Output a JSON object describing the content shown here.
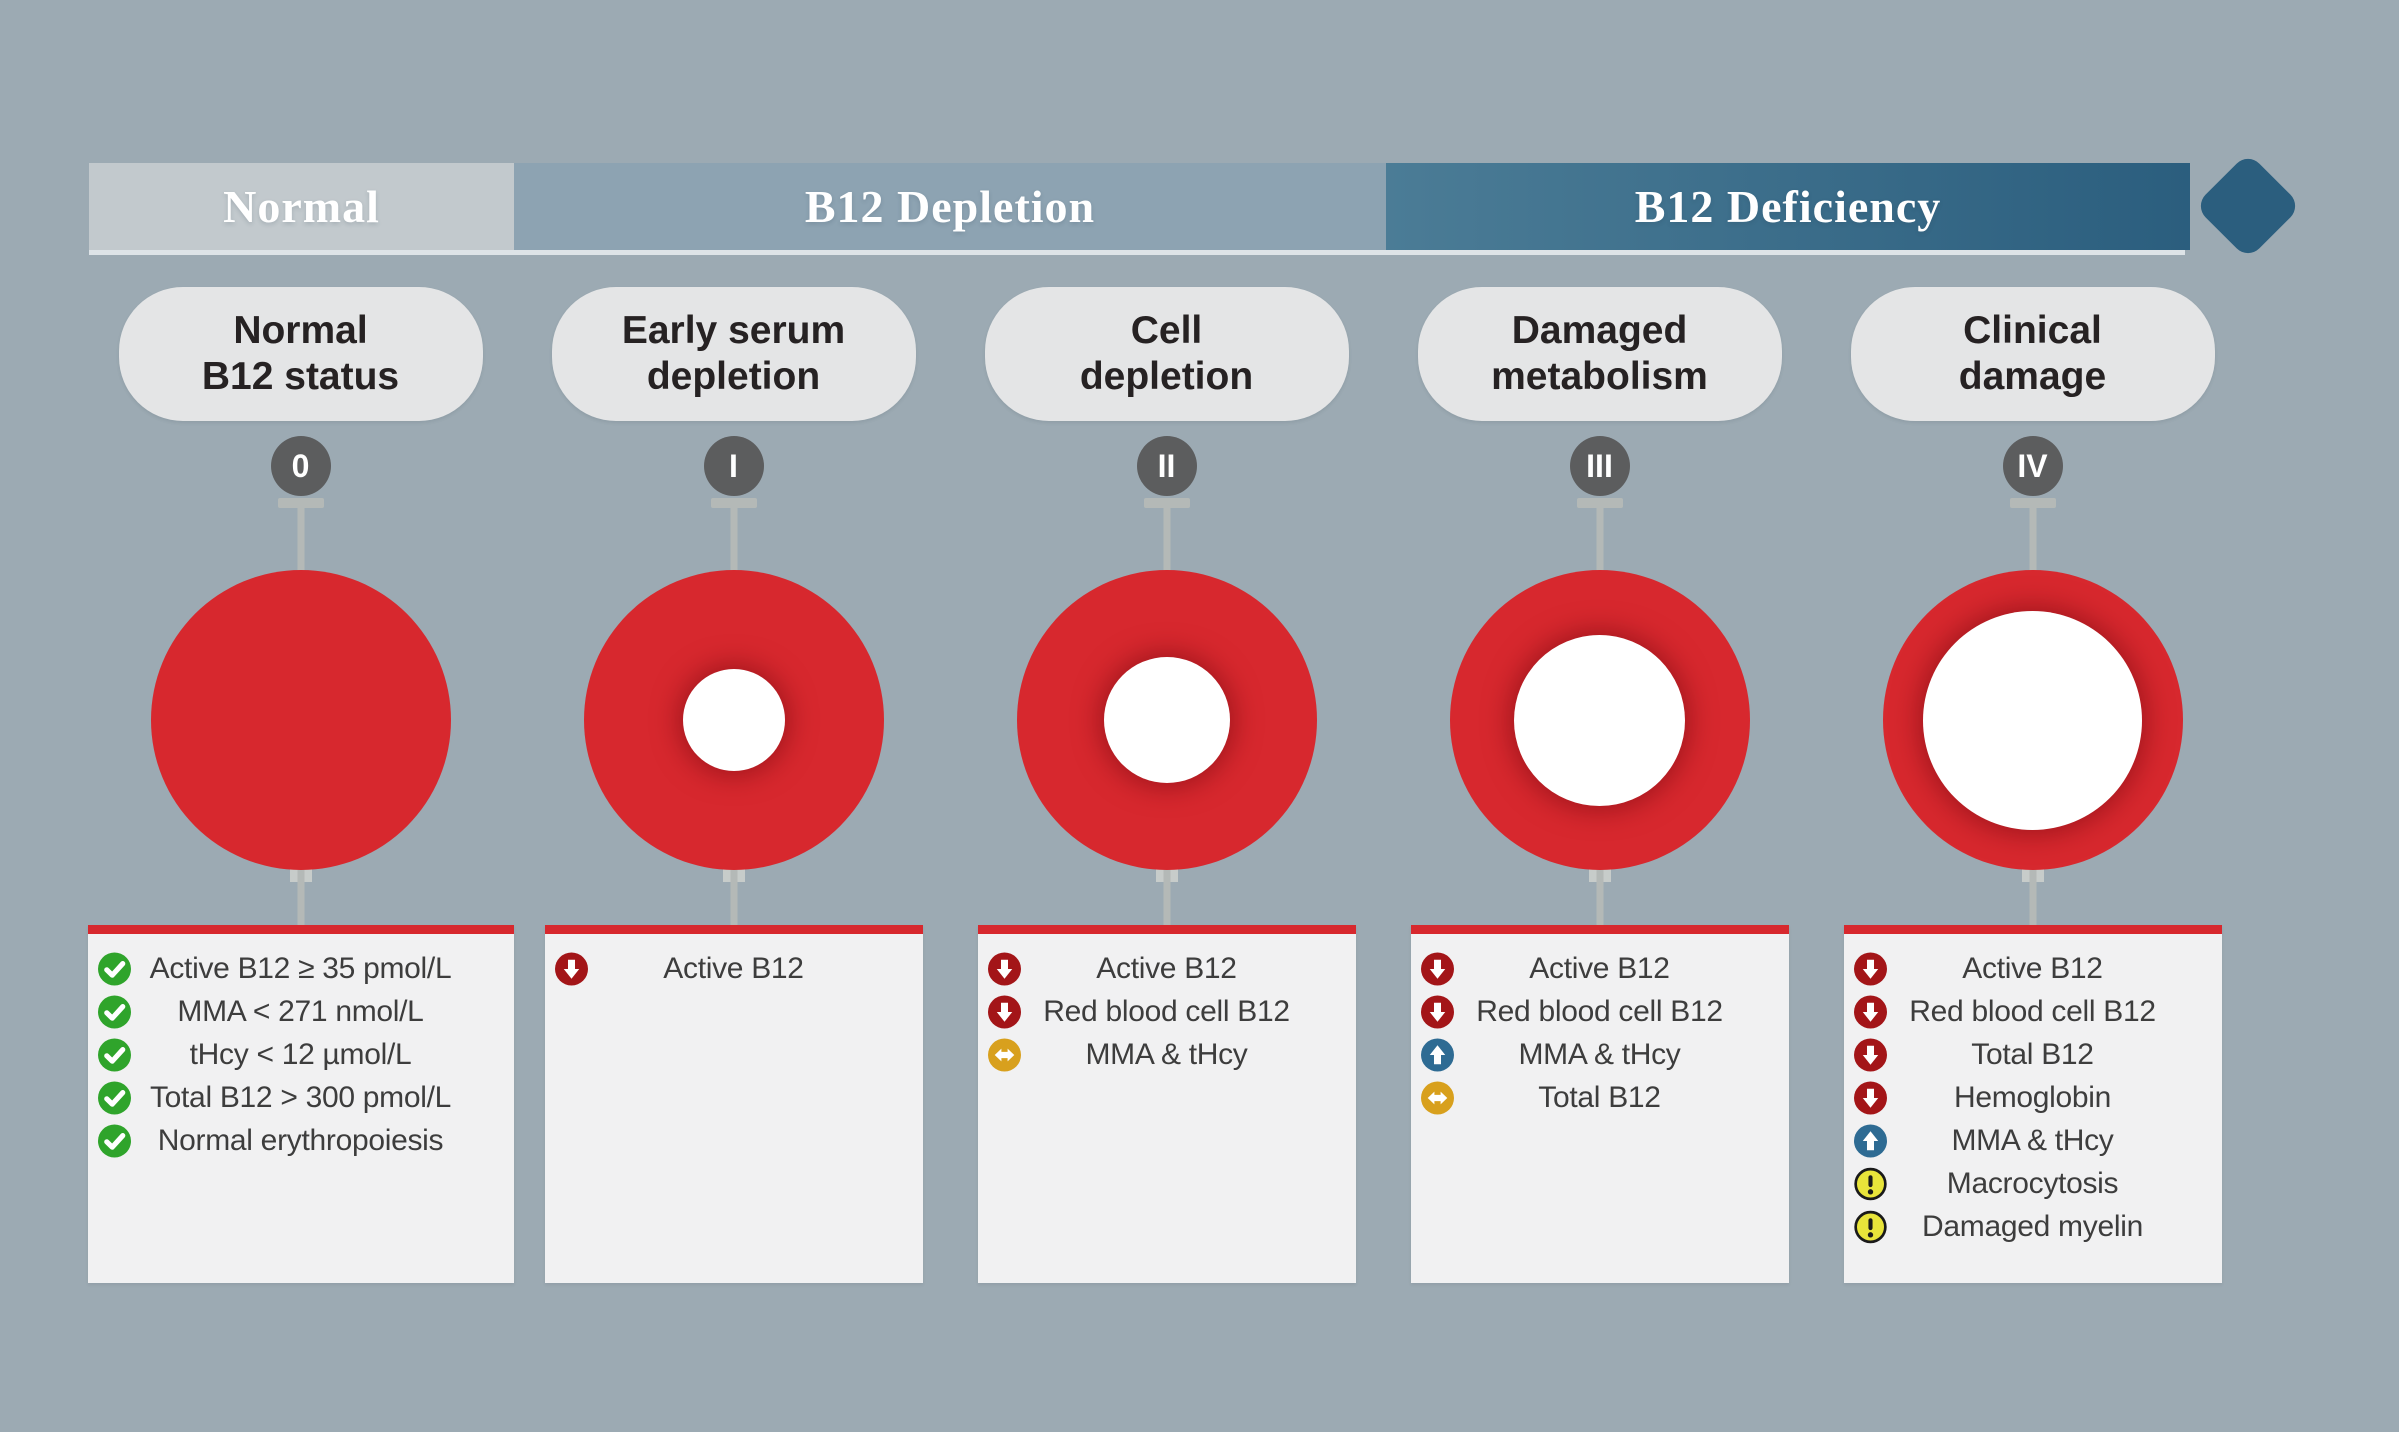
{
  "banner": {
    "segments": [
      {
        "label": "Normal"
      },
      {
        "label": "B12 Depletion"
      },
      {
        "label": "B12 Deficiency"
      }
    ]
  },
  "colors": {
    "background": "#9caab3",
    "banner_normal_bg": "#c2c9cd",
    "banner_depletion_bg": "#8da3b2",
    "banner_deficiency_start": "#4b7c96",
    "banner_deficiency_end": "#2b5e7e",
    "banner_text": "#ffffff",
    "pill_bg": "#e4e5e6",
    "pill_text": "#262223",
    "badge_bg": "#5c5d5e",
    "connector": "#b4b9b7",
    "cell_red": "#d7282e",
    "card_bg": "#f1f1f2",
    "card_text": "#3d3d3d",
    "icon_green": "#2fa42b",
    "icon_dark_red": "#a31518",
    "icon_blue": "#2e6b93",
    "icon_orange": "#d8a01d",
    "icon_yellow": "#e8e43a",
    "icon_black": "#1a1a1a"
  },
  "stages": [
    {
      "numeral": "0",
      "pill_lines": [
        "Normal",
        "B12 status"
      ],
      "depletion_pct": 0,
      "items": [
        {
          "icon": "check-icon",
          "text": "Active B12 ≥ 35 pmol/L"
        },
        {
          "icon": "check-icon",
          "text": "MMA < 271 nmol/L"
        },
        {
          "icon": "check-icon",
          "text": "tHcy < 12 µmol/L"
        },
        {
          "icon": "check-icon",
          "text": "Total B12 > 300 pmol/L"
        },
        {
          "icon": "check-icon",
          "text": "Normal erythropoiesis"
        }
      ]
    },
    {
      "numeral": "I",
      "pill_lines": [
        "Early serum",
        "depletion"
      ],
      "depletion_pct": 34,
      "items": [
        {
          "icon": "down-arrow-icon",
          "text": "Active B12"
        }
      ]
    },
    {
      "numeral": "II",
      "pill_lines": [
        "Cell",
        "depletion"
      ],
      "depletion_pct": 42,
      "items": [
        {
          "icon": "down-arrow-icon",
          "text": "Active B12"
        },
        {
          "icon": "down-arrow-icon",
          "text": "Red blood cell B12"
        },
        {
          "icon": "left-right-arrow-icon",
          "text": "MMA & tHcy"
        }
      ]
    },
    {
      "numeral": "III",
      "pill_lines": [
        "Damaged",
        "metabolism"
      ],
      "depletion_pct": 57,
      "items": [
        {
          "icon": "down-arrow-icon",
          "text": "Active B12"
        },
        {
          "icon": "down-arrow-icon",
          "text": "Red blood cell B12"
        },
        {
          "icon": "up-arrow-icon",
          "text": "MMA & tHcy"
        },
        {
          "icon": "left-right-arrow-icon",
          "text": "Total B12"
        }
      ]
    },
    {
      "numeral": "IV",
      "pill_lines": [
        "Clinical",
        "damage"
      ],
      "depletion_pct": 73,
      "items": [
        {
          "icon": "down-arrow-icon",
          "text": "Active B12"
        },
        {
          "icon": "down-arrow-icon",
          "text": "Red blood cell B12"
        },
        {
          "icon": "down-arrow-icon",
          "text": "Total B12"
        },
        {
          "icon": "down-arrow-icon",
          "text": "Hemoglobin"
        },
        {
          "icon": "up-arrow-icon",
          "text": "MMA & tHcy"
        },
        {
          "icon": "warning-icon",
          "text": "Macrocytosis"
        },
        {
          "icon": "warning-icon",
          "text": "Damaged myelin"
        }
      ]
    }
  ]
}
